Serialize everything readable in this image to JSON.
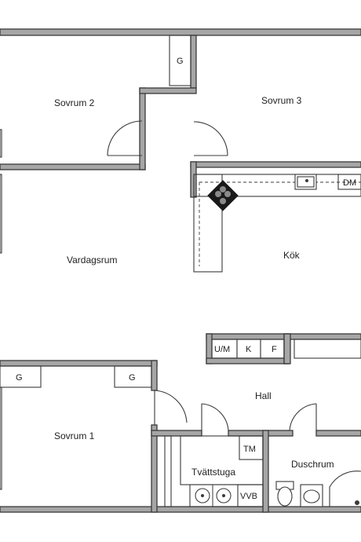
{
  "rooms": {
    "sovrum2": "Sovrum 2",
    "sovrum3": "Sovrum 3",
    "vardagsrum": "Vardagsrum",
    "kok": "Kök",
    "hall": "Hall",
    "sovrum1": "Sovrum 1",
    "tvattstuga": "Tvättstuga",
    "duschrum": "Duschrum"
  },
  "fixtures": {
    "closet_top": "G",
    "dishwasher": "DM",
    "freezer_fridge": "U/M",
    "fridge": "K",
    "freezer": "F",
    "closet_left": "G",
    "closet_right": "G",
    "dryer": "TM",
    "water_heater": "VVB"
  }
}
